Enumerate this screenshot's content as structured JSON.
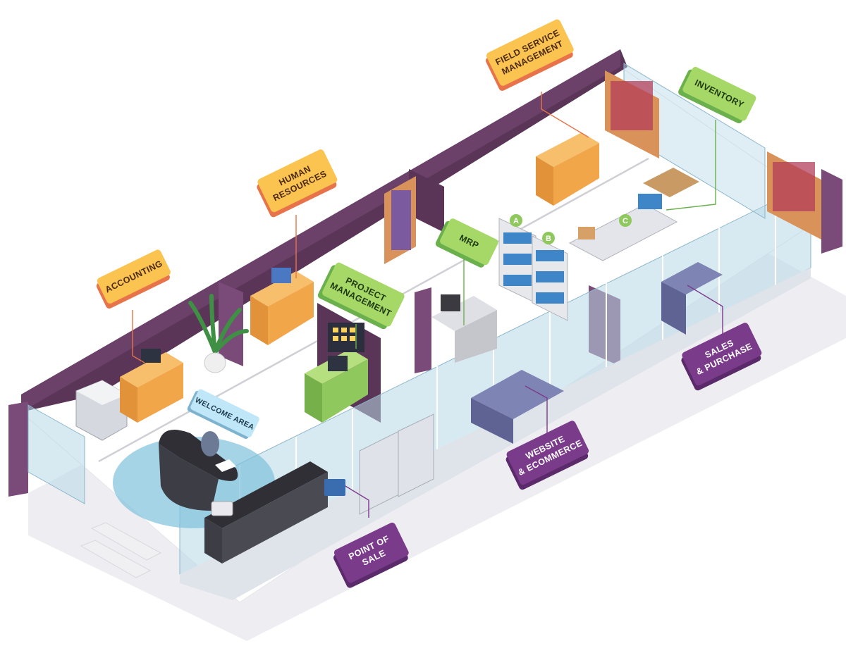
{
  "signs": {
    "accounting": [
      "ACCOUNTING"
    ],
    "human_resources": [
      "HUMAN",
      "RESOURCES"
    ],
    "project_management": [
      "PROJECT",
      "MANAGEMENT"
    ],
    "field_service": [
      "FIELD SERVICE",
      "MANAGEMENT"
    ],
    "inventory": [
      "INVENTORY"
    ],
    "mrp": [
      "MRP"
    ],
    "welcome": [
      "WELCOME AREA"
    ],
    "point_of_sale": [
      "POINT OF",
      "SALE"
    ],
    "website": [
      "WEBSITE",
      "& ECOMMERCE"
    ],
    "sales": [
      "SALES",
      "& PURCHASE"
    ]
  },
  "shelf_labels": [
    "A",
    "B",
    "C"
  ],
  "colors": {
    "wall_purple": "#5a3558",
    "wall_purple_light": "#7a4a78",
    "floor": "#ffffff",
    "glass": "#b8d8e6",
    "sign_orange": "#fbc34f",
    "sign_orange_edge": "#e8734a",
    "sign_green": "#a6d867",
    "sign_green_edge": "#6ab04c",
    "sign_purple": "#7b3b8b",
    "sign_purple_edge": "#5b2a6a",
    "sign_blue": "#bfe7f7",
    "desk_orange": "#f2a64a",
    "desk_green": "#8fc85c",
    "counter_dark": "#2f2f35"
  }
}
